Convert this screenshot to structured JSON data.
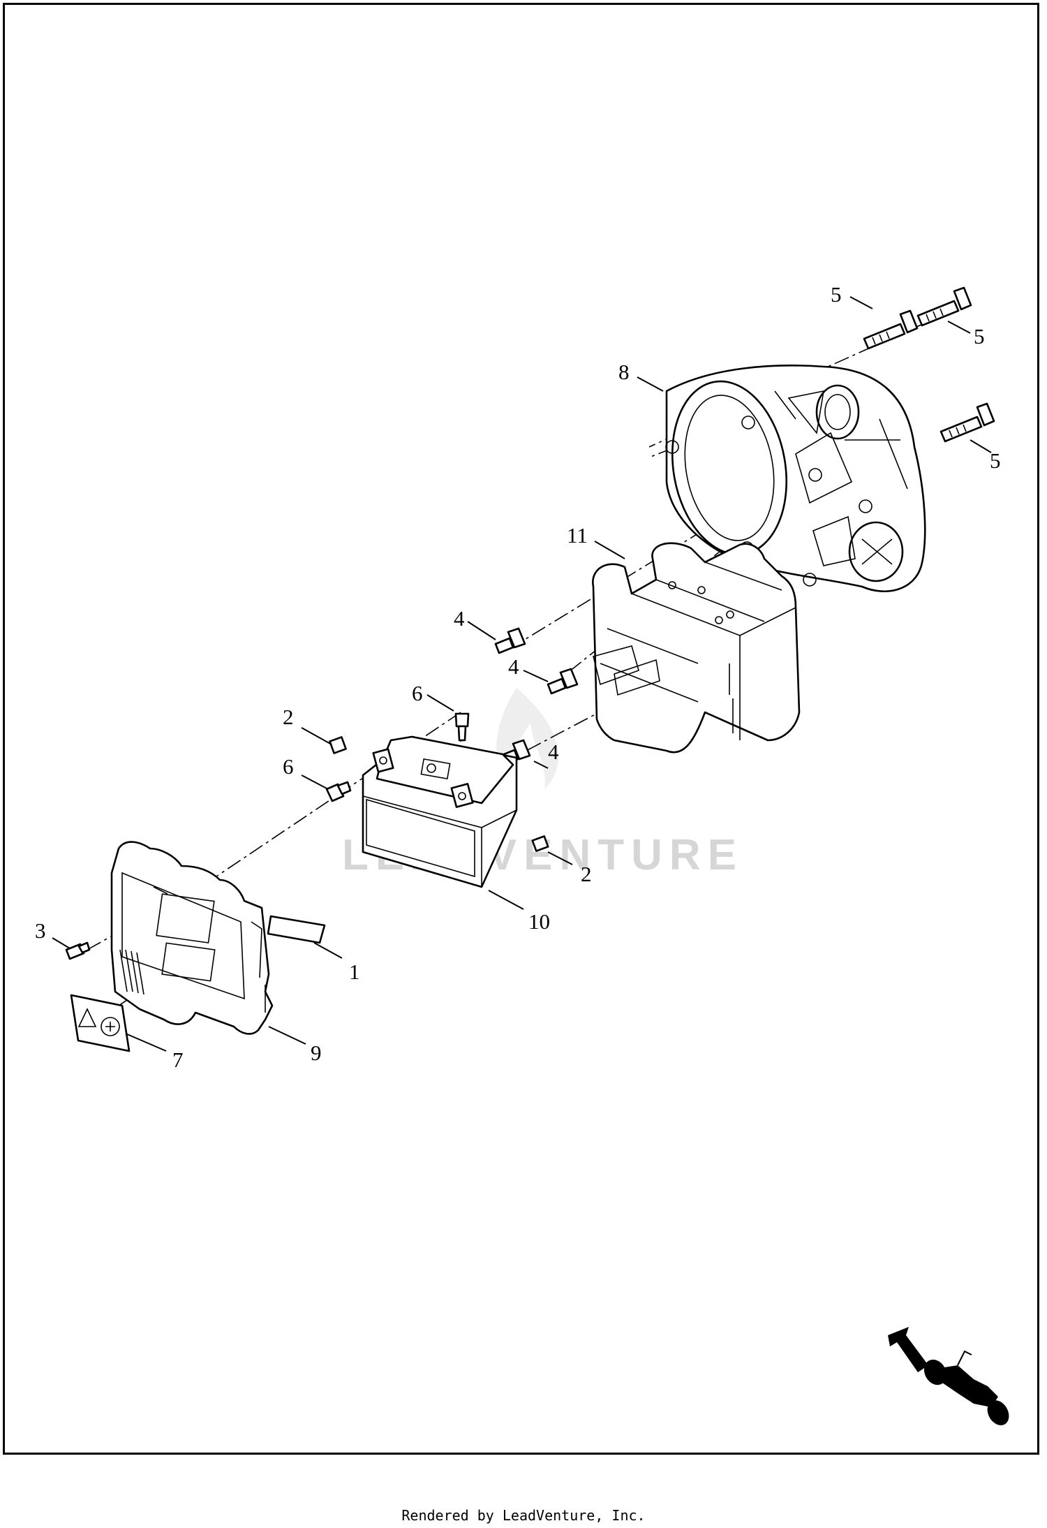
{
  "diagram": {
    "callouts": {
      "c1": "1",
      "c2a": "2",
      "c2b": "2",
      "c3": "3",
      "c4a": "4",
      "c4b": "4",
      "c4c": "4",
      "c5a": "5",
      "c5b": "5",
      "c5c": "5",
      "c6a": "6",
      "c6b": "6",
      "c7": "7",
      "c8": "8",
      "c9": "9",
      "c10": "10",
      "c11": "11"
    },
    "watermark": "LEADVENTURE"
  },
  "footer": {
    "text": "Rendered by LeadVenture, Inc."
  }
}
